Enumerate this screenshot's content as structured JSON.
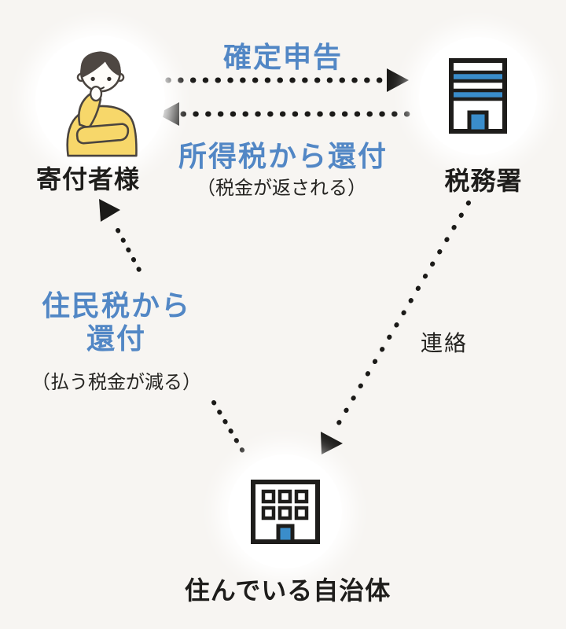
{
  "page": {
    "background": "#f7f5f2"
  },
  "colors": {
    "accent_blue_text": "#5287c5",
    "icon_blue": "#3a8dcb",
    "ink": "#1e1d1b",
    "dotted_line": "#1b1a18",
    "sweater_yellow": "#f7d76a"
  },
  "nodes": {
    "donor": {
      "label": "寄付者様",
      "icon": "thinking-person-icon"
    },
    "tax_office": {
      "label": "税務署",
      "icon": "tax-office-building-icon"
    },
    "municipality": {
      "label": "住んでいる自治体",
      "icon": "city-hall-building-icon"
    }
  },
  "flows": {
    "final_return": {
      "label": "確定申告",
      "from": "donor",
      "to": "tax_office",
      "style": "dotted-arrow"
    },
    "income_tax_refund": {
      "label": "所得税から還付",
      "note": "（税金が返される）",
      "from": "tax_office",
      "to": "donor",
      "style": "dotted-arrow"
    },
    "resident_tax_refund": {
      "label_line1": "住民税から",
      "label_line2": "還付",
      "note": "（払う税金が減る）",
      "from": "municipality",
      "to": "donor",
      "style": "dotted-arrow"
    },
    "notification": {
      "label": "連絡",
      "from": "tax_office",
      "to": "municipality",
      "style": "dotted-arrow"
    }
  }
}
